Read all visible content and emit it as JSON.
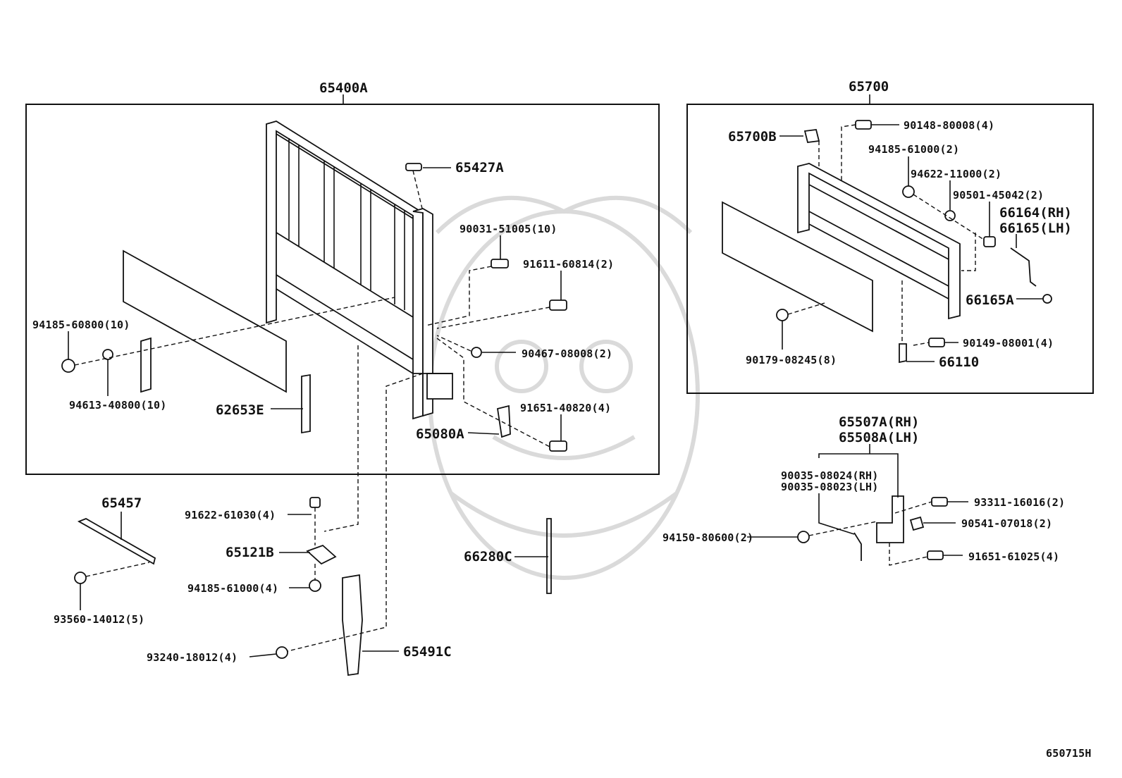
{
  "labels": {
    "p65400A": "65400A",
    "p65700": "65700",
    "p65427A": "65427A",
    "p90031": "90031-51005(10)",
    "p91611": "91611-60814(2)",
    "p90467": "90467-08008(2)",
    "p91651_40820": "91651-40820(4)",
    "p65080A": "65080A",
    "p62653E": "62653E",
    "p94185_60800": "94185-60800(10)",
    "p94613": "94613-40800(10)",
    "p65700B": "65700B",
    "p90148": "90148-80008(4)",
    "p94185_61000a": "94185-61000(2)",
    "p94622": "94622-11000(2)",
    "p90501": "90501-45042(2)",
    "p66164": "66164(RH)",
    "p66165": "66165(LH)",
    "p66165A": "66165A",
    "p90149": "90149-08001(4)",
    "p66110": "66110",
    "p90179": "90179-08245(8)",
    "p65507A": "65507A(RH)",
    "p65508A": "65508A(LH)",
    "p90035_24": "90035-08024(RH)",
    "p90035_23": "90035-08023(LH)",
    "p93311": "93311-16016(2)",
    "p90541": "90541-07018(2)",
    "p94150": "94150-80600(2)",
    "p91651_61025": "91651-61025(4)",
    "p65457": "65457",
    "p93560": "93560-14012(5)",
    "p91622": "91622-61030(4)",
    "p65121B": "65121B",
    "p94185_61000b": "94185-61000(4)",
    "p66280C": "66280C",
    "p65491C": "65491C",
    "p93240": "93240-18012(4)",
    "diagram_id": "650715H"
  }
}
